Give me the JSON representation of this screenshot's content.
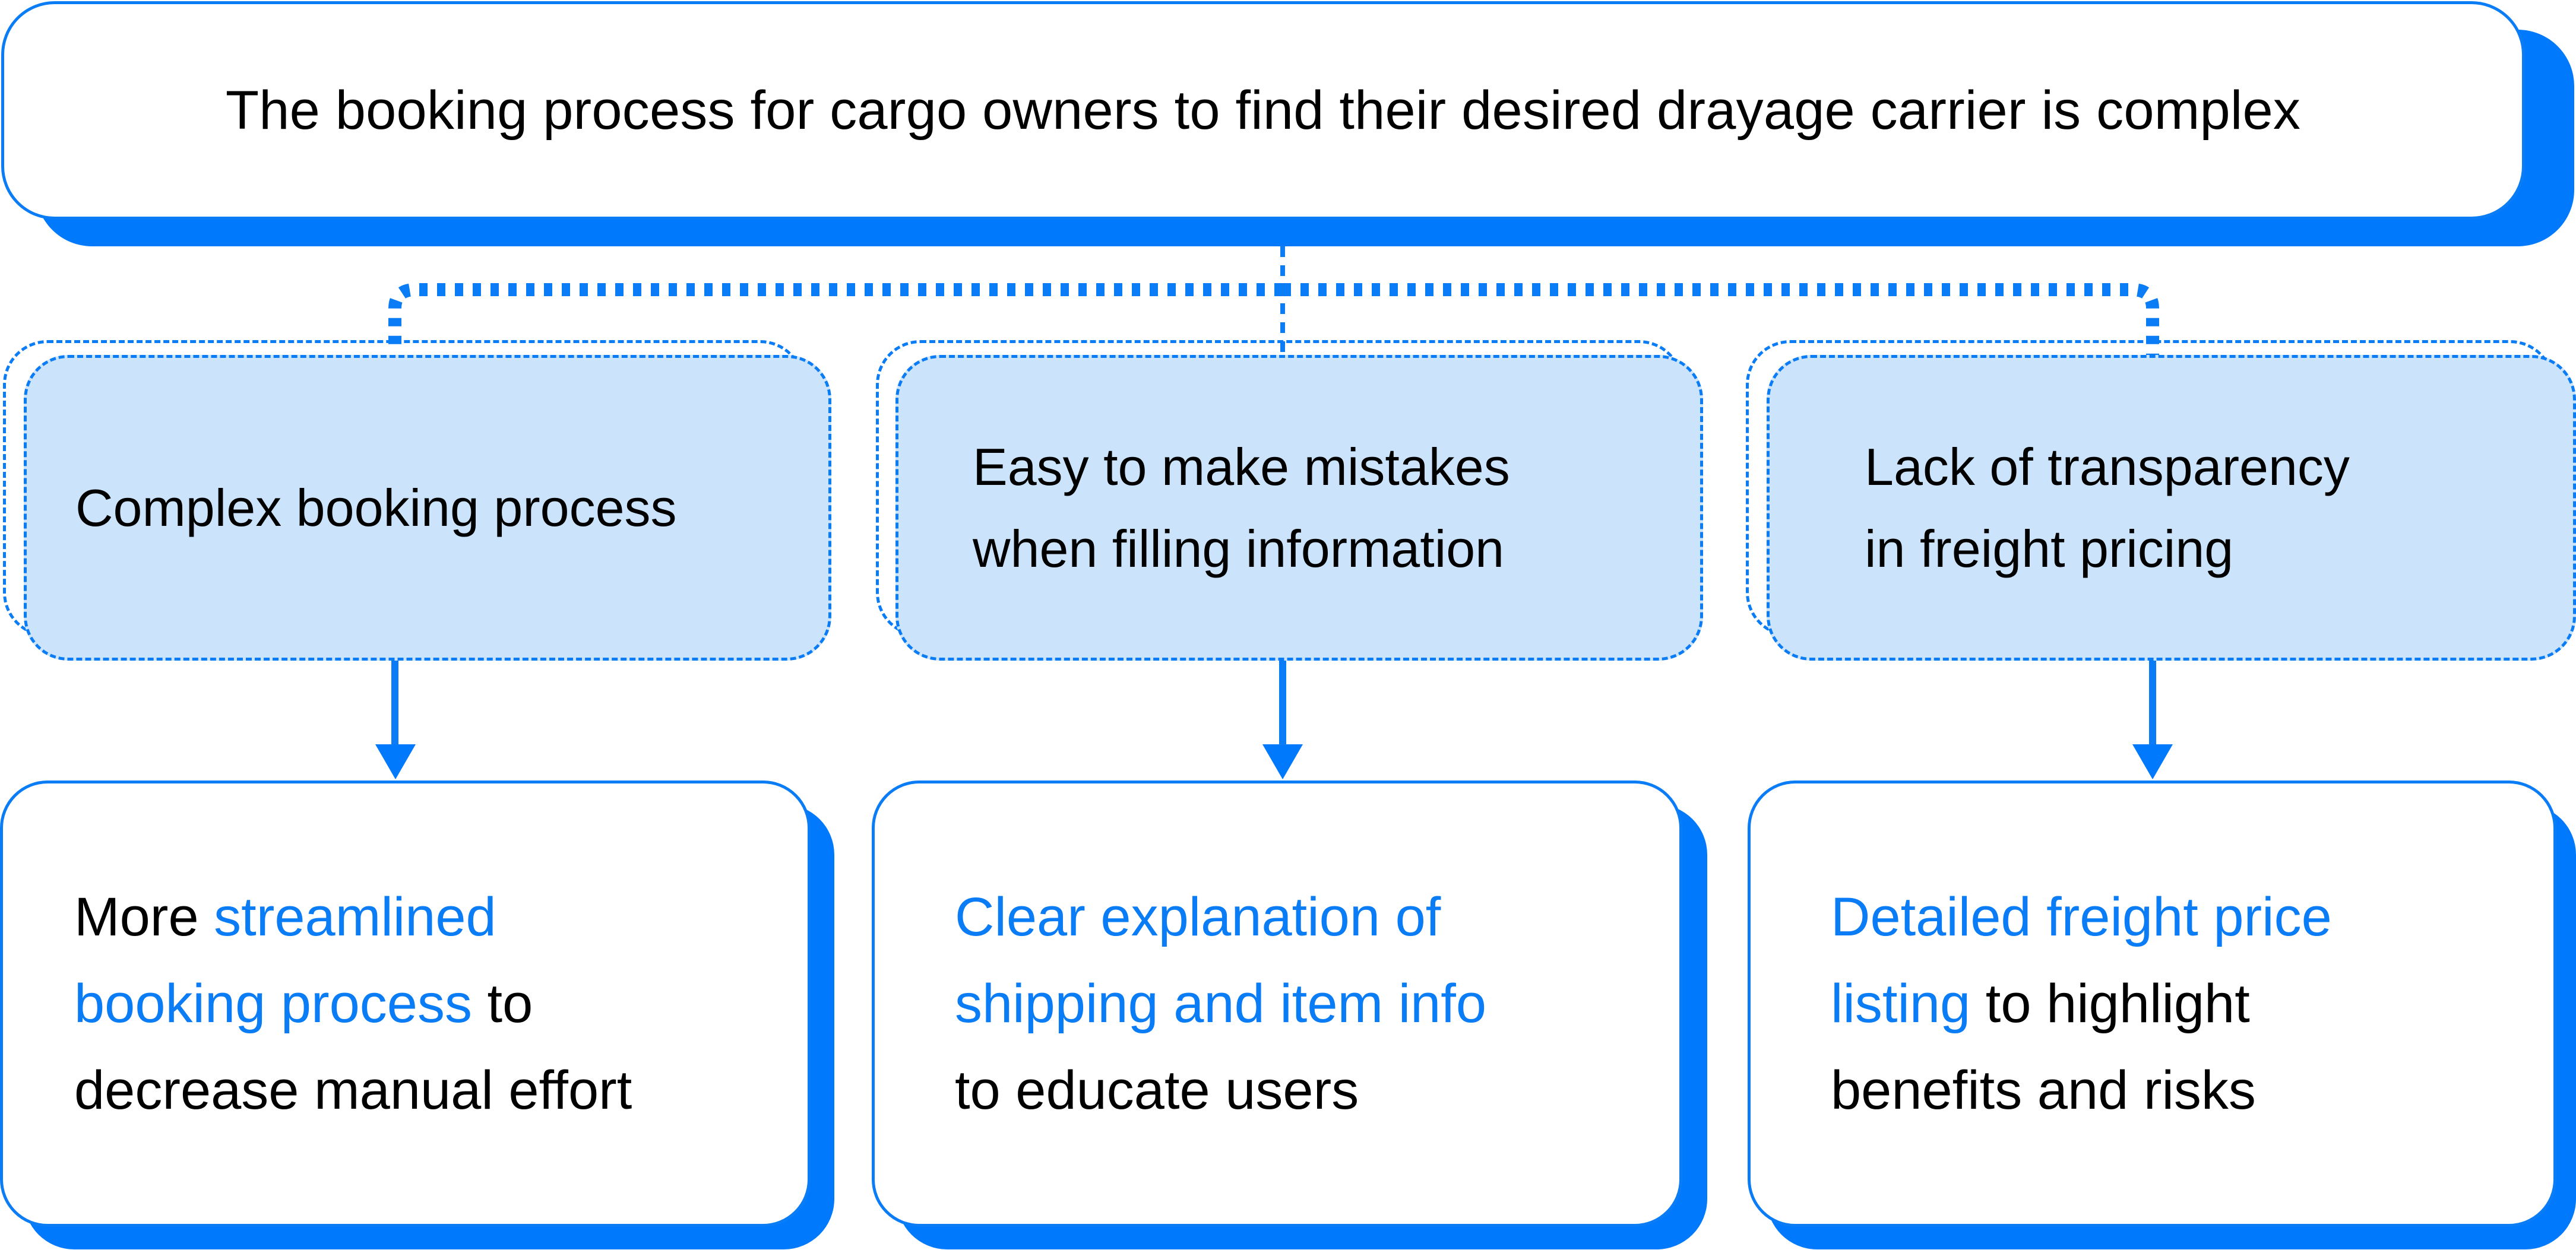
{
  "problem": {
    "text": "The booking process for cargo owners to find their desired drayage carrier is complex"
  },
  "causes": [
    {
      "lines": [
        "Complex booking process"
      ]
    },
    {
      "lines": [
        "Easy to make mistakes",
        "when filling information"
      ]
    },
    {
      "lines": [
        "Lack of transparency",
        "in freight pricing"
      ]
    }
  ],
  "solutions": [
    {
      "segments": [
        {
          "text": "More ",
          "highlight": false
        },
        {
          "text": "streamlined booking process",
          "highlight": true
        },
        {
          "text": " to decrease manual effort",
          "highlight": false
        }
      ],
      "lines": [
        [
          {
            "text": "More ",
            "highlight": false
          },
          {
            "text": "streamlined",
            "highlight": true
          }
        ],
        [
          {
            "text": "booking process",
            "highlight": true
          },
          {
            "text": " to",
            "highlight": false
          }
        ],
        [
          {
            "text": "decrease manual effort",
            "highlight": false
          }
        ]
      ]
    },
    {
      "segments": [
        {
          "text": "Clear explanation of shipping and item info",
          "highlight": true
        },
        {
          "text": " to educate users",
          "highlight": false
        }
      ],
      "lines": [
        [
          {
            "text": "Clear explanation of",
            "highlight": true
          }
        ],
        [
          {
            "text": "shipping and item info",
            "highlight": true
          }
        ],
        [
          {
            "text": "to educate users",
            "highlight": false
          }
        ]
      ]
    },
    {
      "segments": [
        {
          "text": "Detailed freight price listing",
          "highlight": true
        },
        {
          "text": " to highlight benefits and risks",
          "highlight": false
        }
      ],
      "lines": [
        [
          {
            "text": "Detailed freight price",
            "highlight": true
          }
        ],
        [
          {
            "text": "listing",
            "highlight": true
          },
          {
            "text": " to highlight",
            "highlight": false
          }
        ],
        [
          {
            "text": "benefits and risks",
            "highlight": false
          }
        ]
      ]
    }
  ],
  "colors": {
    "accent": "#0a7cf5",
    "shadow": "#0079fd",
    "cause_fill": "#cce4fb",
    "text": "#000000",
    "background": "#ffffff"
  }
}
